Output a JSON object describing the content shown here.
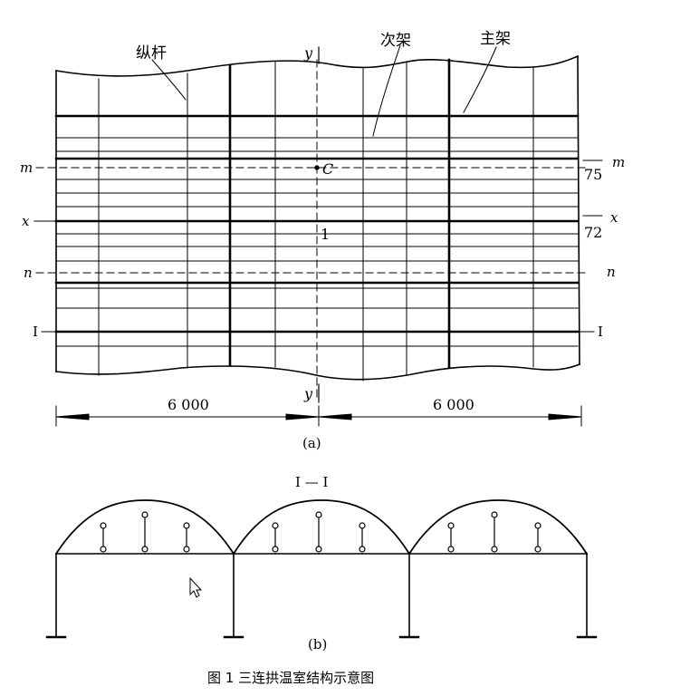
{
  "plan": {
    "labels": {
      "longitudinal_rod": "纵杆",
      "secondary_frame": "次架",
      "main_frame": "主架"
    },
    "axis_y_top": "y",
    "axis_y_bottom": "y",
    "point_c": "C",
    "point_1": "1",
    "line_m_left": "m",
    "line_m_right": "m",
    "line_x_left": "x",
    "line_x_right": "x",
    "line_n_left": "n",
    "line_n_right": "n",
    "section_left": "I",
    "section_right": "I",
    "dim_75": "75",
    "dim_72": "72",
    "span_left": "6 000",
    "span_right": "6 000",
    "caption": "(a)"
  },
  "section": {
    "title": "I — I",
    "caption": "(b)"
  },
  "figure_caption": "图 1   三连拱温室结构示意图",
  "colors": {
    "ink": "#000000",
    "paper": "#ffffff"
  }
}
